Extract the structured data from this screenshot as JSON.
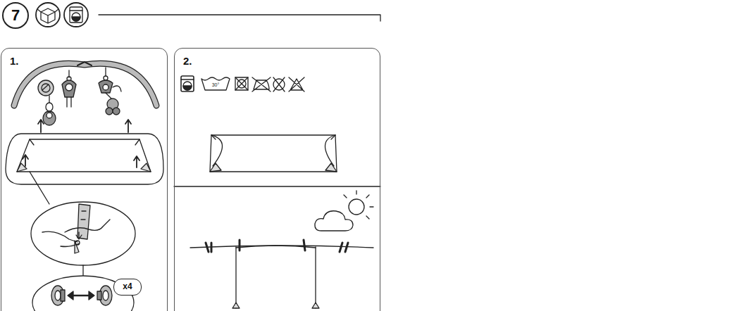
{
  "diagram": {
    "nodes": [
      {
        "text": [
          "7"
        ]
      },
      {
        "text": [
          "1."
        ]
      },
      {
        "text": [
          "x4"
        ],
        "in": 1
      },
      {
        "text": [
          "2."
        ]
      }
    ],
    "labels": [
      "30°"
    ]
  }
}
